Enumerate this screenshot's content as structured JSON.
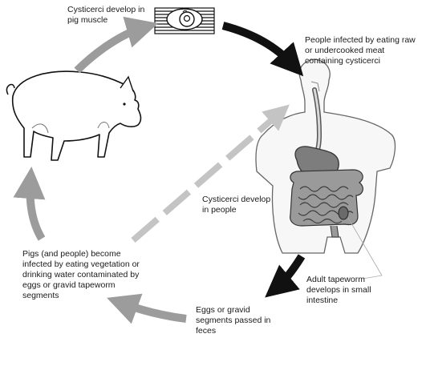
{
  "diagram": {
    "labels": {
      "cysticerci_muscle": "Cysticerci develop in\npig muscle",
      "people_infected": "People infected by eating raw\nor undercooked meat\ncontaining cysticerci",
      "cysticerci_people": "Cysticerci develop\nin people",
      "pigs_people_infected": "Pigs (and people) become\ninfected by eating vegetation or\ndrinking water contaminated by\neggs or gravid tapeworm\nsegments",
      "adult_tapeworm": "Adult tapeworm\ndevelops in small\nintestine",
      "eggs_passed": "Eggs or gravid\nsegments passed in\nfeces"
    },
    "icons": [
      "pig-icon",
      "muscle-cyst-icon",
      "human-torso-icon",
      "intestine-icon"
    ],
    "colors": {
      "arrow_black": "#111111",
      "arrow_gray": "#9c9c9c",
      "dashed_arrow": "#c4c4c4",
      "pig_fill": "#ffffff",
      "stomach_fill": "#7d7d7d",
      "intestine_fill": "#8e8e8e"
    }
  }
}
